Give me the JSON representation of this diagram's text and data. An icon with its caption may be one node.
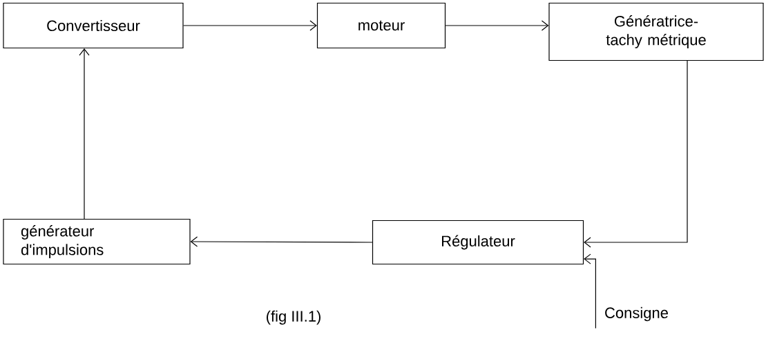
{
  "diagram": {
    "caption": "(fig III.1)",
    "nodes": [
      {
        "text": [
          "Convertisseur"
        ]
      },
      {
        "text": [
          "moteur"
        ]
      },
      {
        "text": [
          "Génératrice-tachy métrique"
        ]
      },
      {
        "text": [
          "Régulateur"
        ]
      },
      {
        "text": [
          "générateur d'impulsions"
        ]
      },
      {
        "text": [
          "Consigne"
        ]
      }
    ],
    "edges": [
      {
        "from": 0,
        "to": 1,
        "arrow": "to"
      },
      {
        "from": 1,
        "to": 2,
        "arrow": "to"
      },
      {
        "from": 2,
        "to": 3,
        "arrow": "to"
      },
      {
        "from": 3,
        "to": 4,
        "arrow": "to"
      },
      {
        "from": 4,
        "to": 0,
        "arrow": "to"
      },
      {
        "from": 5,
        "to": 3,
        "arrow": "to"
      }
    ]
  }
}
